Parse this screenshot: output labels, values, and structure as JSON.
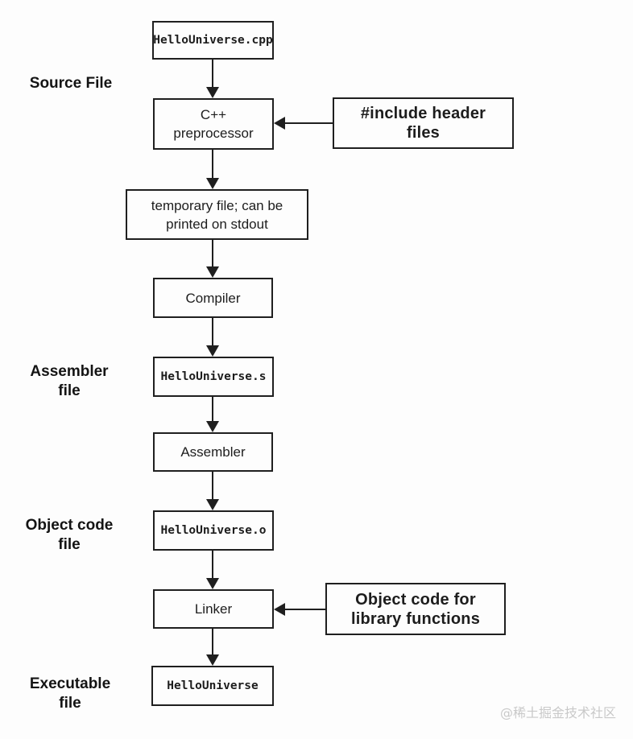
{
  "diagram_title": "C++ build pipeline flowchart",
  "nodes": {
    "source_file": {
      "label": "HelloUniverse.cpp",
      "kind": "file"
    },
    "preprocessor": {
      "label": "C++\npreprocessor",
      "kind": "process"
    },
    "include_headers": {
      "label": "#include header\nfiles",
      "kind": "input"
    },
    "temp_file": {
      "label": "temporary file; can be\nprinted on stdout",
      "kind": "file"
    },
    "compiler": {
      "label": "Compiler",
      "kind": "process"
    },
    "assembler_file": {
      "label": "HelloUniverse.s",
      "kind": "file"
    },
    "assembler": {
      "label": "Assembler",
      "kind": "process"
    },
    "object_file": {
      "label": "HelloUniverse.o",
      "kind": "file"
    },
    "linker": {
      "label": "Linker",
      "kind": "process"
    },
    "object_code_lib": {
      "label": "Object code for\nlibrary functions",
      "kind": "input"
    },
    "executable": {
      "label": "HelloUniverse",
      "kind": "file"
    }
  },
  "side_labels": {
    "source": "Source File",
    "assembler": "Assembler\nfile",
    "object_code": "Object code\nfile",
    "executable": "Executable\nfile"
  },
  "edges": [
    {
      "from": "source_file",
      "to": "preprocessor",
      "direction": "down"
    },
    {
      "from": "include_headers",
      "to": "preprocessor",
      "direction": "left"
    },
    {
      "from": "preprocessor",
      "to": "temp_file",
      "direction": "down"
    },
    {
      "from": "temp_file",
      "to": "compiler",
      "direction": "down"
    },
    {
      "from": "compiler",
      "to": "assembler_file",
      "direction": "down"
    },
    {
      "from": "assembler_file",
      "to": "assembler",
      "direction": "down"
    },
    {
      "from": "assembler",
      "to": "object_file",
      "direction": "down"
    },
    {
      "from": "object_file",
      "to": "linker",
      "direction": "down"
    },
    {
      "from": "object_code_lib",
      "to": "linker",
      "direction": "left"
    },
    {
      "from": "linker",
      "to": "executable",
      "direction": "down"
    }
  ],
  "watermark": "@稀土掘金技术社区",
  "colors": {
    "line": "#1f1f1f",
    "text": "#1d1d1d",
    "background": "#fdfdfd",
    "watermark": "#c9c9c9"
  }
}
